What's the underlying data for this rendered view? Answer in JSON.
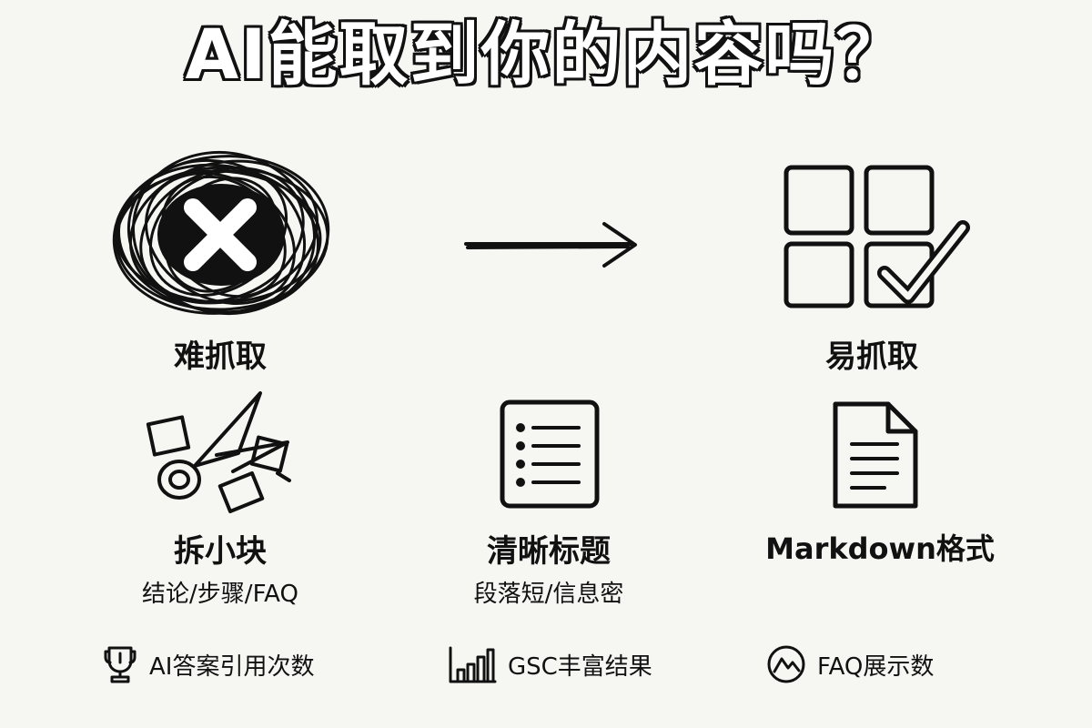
{
  "title": "AI能取到你的内容吗？",
  "states": {
    "hard": "难抓取",
    "easy": "易抓取"
  },
  "tips": [
    {
      "title": "拆小块",
      "subtitle": "结论/步骤/FAQ",
      "icon": "scissors-icon"
    },
    {
      "title": "清晰标题",
      "subtitle": "段落短/信息密",
      "icon": "list-document-icon"
    },
    {
      "title": "Markdown格式",
      "subtitle": "",
      "icon": "document-icon"
    }
  ],
  "metrics": [
    {
      "label": "AI答案引用次数",
      "icon": "trophy-icon"
    },
    {
      "label": "GSC丰富结果",
      "icon": "bar-chart-icon"
    },
    {
      "label": "FAQ展示数",
      "icon": "chart-circle-icon"
    }
  ]
}
